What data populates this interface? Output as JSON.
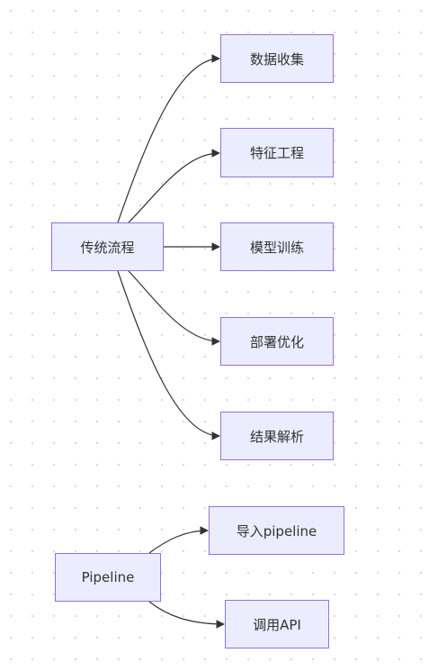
{
  "diagram": {
    "traditional": {
      "root_label": "传统流程",
      "steps": [
        "数据收集",
        "特征工程",
        "模型训练",
        "部署优化",
        "结果解析"
      ]
    },
    "pipeline": {
      "root_label": "Pipeline",
      "steps": [
        "导入pipeline",
        "调用API"
      ]
    }
  },
  "colors": {
    "node_fill": "#ececff",
    "node_border": "#9370db",
    "edge": "#333333",
    "text": "#333333"
  }
}
